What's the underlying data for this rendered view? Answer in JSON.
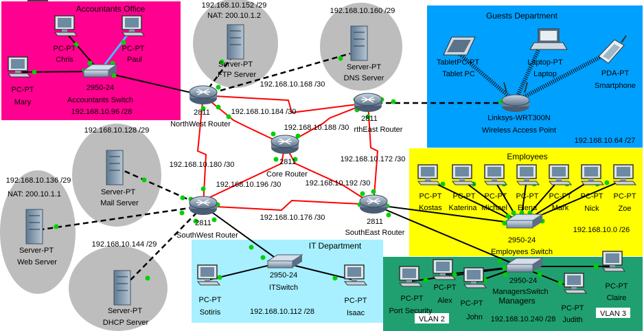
{
  "colors": {
    "accountants_zone": "#ff0090",
    "guests_zone": "#00a0ff",
    "employees_zone": "#ffff00",
    "it_zone": "#a8f0ff",
    "managers_zone": "#20a070",
    "server_cloud": "#bdbdbd",
    "serial_link": "#ff0000",
    "port_up": "#00d000"
  },
  "icons": [
    "network-tool-icon",
    "router-icon",
    "switch-icon",
    "server-icon",
    "pc-icon",
    "laptop-icon",
    "tablet-icon",
    "pda-icon",
    "wireless-router-icon"
  ],
  "zones": {
    "accountants": {
      "title": "Accountants Office",
      "subnet": "192.168.10.96 /28"
    },
    "guests": {
      "title": "Guests Department",
      "subnet": "192.168.10.64 /27"
    },
    "employees": {
      "title": "Employees",
      "subnet": "192.168.10.0 /26"
    },
    "it": {
      "title": "IT Department",
      "subnet": "192.168.10.112 /28"
    },
    "managers": {
      "title": "Managers",
      "subnet": "192.168.10.240 /28",
      "vlan2": "VLAN 2",
      "vlan3": "VLAN 3"
    }
  },
  "routers": {
    "northwest": {
      "model": "2811",
      "name": "NorthWest Router"
    },
    "northeast": {
      "model": "2811",
      "name": "rthEast Router"
    },
    "core": {
      "model": "2811",
      "name": "Core Router"
    },
    "southwest": {
      "model": "2811",
      "name": "SouthWest Router"
    },
    "southeast": {
      "model": "2811",
      "name": "SouthEast Router"
    }
  },
  "links": {
    "nw_ne": "192.168.10.168 /30",
    "nw_core": "192.168.10.184 /30",
    "ne_core": "192.168.10.188 /30",
    "nw_sw": "192.168.10.180 /30",
    "ne_se": "192.168.10.172 /30",
    "sw_core": "192.168.10.196 /30",
    "se_core": "192.168.10.192 /30",
    "sw_se": "192.168.10.176 /30"
  },
  "servers": {
    "ftp": {
      "subnet": "192.168.10.152 /29",
      "nat": "NAT: 200.10.1.2",
      "model": "Server-PT",
      "name": "FTP Server"
    },
    "dns": {
      "subnet": "192.168.10.160 /29",
      "model": "Server-PT",
      "name": "DNS Server"
    },
    "mail": {
      "subnet": "192.168.10.128 /29",
      "model": "Server-PT",
      "name": "Mail Server"
    },
    "web": {
      "subnet": "192.168.10.136 /29",
      "nat": "NAT: 200.10.1.1",
      "model": "Server-PT",
      "name": "Web Server"
    },
    "dhcp": {
      "subnet": "192.168.10.144 /29",
      "model": "Server-PT",
      "name": "DHCP Server"
    }
  },
  "switches": {
    "accountants": {
      "model": "2950-24",
      "name": "Accountants Switch"
    },
    "employees": {
      "model": "2950-24",
      "name": "Employees Switch"
    },
    "it": {
      "model": "2950-24",
      "name": "ITSwitch"
    },
    "managers": {
      "model": "2950-24",
      "name": "ManagersSwitch"
    }
  },
  "wireless": {
    "model": "Linksys-WRT300N",
    "name": "Wireless Access Point"
  },
  "devices": {
    "chris": {
      "model": "PC-PT",
      "name": "Chris"
    },
    "paul": {
      "model": "PC-PT",
      "name": "Paul"
    },
    "mary": {
      "model": "PC-PT",
      "name": "Mary"
    },
    "tablet": {
      "model": "TabletPC-PT",
      "name": "Tablet PC"
    },
    "laptop": {
      "model": "Laptop-PT",
      "name": "Laptop"
    },
    "smartphone": {
      "model": "PDA-PT",
      "name": "Smartphone"
    },
    "kostas": {
      "model": "PC-PT",
      "name": "Kostas"
    },
    "katerina": {
      "model": "PC-PT",
      "name": "Katerina"
    },
    "michael": {
      "model": "PC-PT",
      "name": "Michael"
    },
    "elena": {
      "model": "PC-PT",
      "name": "Elena"
    },
    "mark": {
      "model": "PC-PT",
      "name": "Mark"
    },
    "nick": {
      "model": "PC-PT",
      "name": "Nick"
    },
    "zoe": {
      "model": "PC-PT",
      "name": "Zoe"
    },
    "sotiris": {
      "model": "PC-PT",
      "name": "Sotiris"
    },
    "isaac": {
      "model": "PC-PT",
      "name": "Isaac"
    },
    "portsec": {
      "model": "PC-PT",
      "name": "Port Security"
    },
    "alex": {
      "model": "PC-PT",
      "name": "Alex"
    },
    "john": {
      "model": "PC-PT",
      "name": "John"
    },
    "judith": {
      "model": "PC-PT",
      "name": "Judith"
    },
    "claire": {
      "model": "PC-PT",
      "name": "Claire"
    }
  }
}
